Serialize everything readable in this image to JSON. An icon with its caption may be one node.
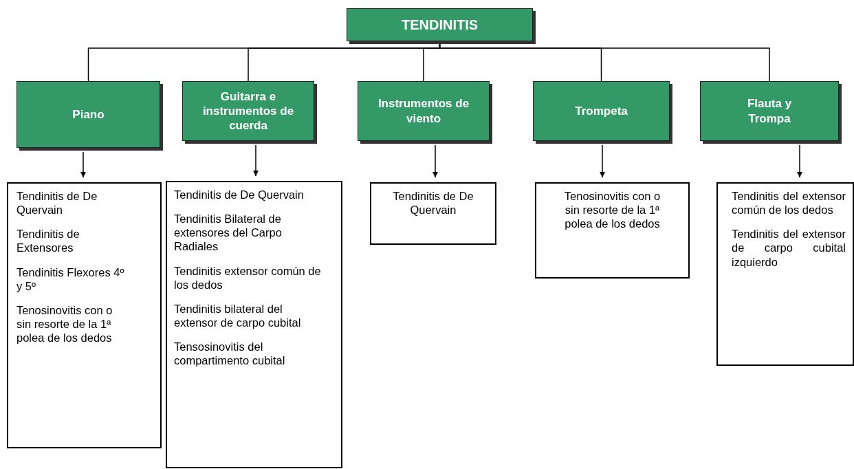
{
  "diagram": {
    "nodes": [
      {
        "text": [
          "TENDINITIS"
        ]
      },
      {
        "text": [
          "Piano"
        ]
      },
      {
        "text": [
          "Guitarra e instrumentos de cuerda"
        ]
      },
      {
        "text": [
          "Instrumentos de viento"
        ]
      },
      {
        "text": [
          "Trompeta"
        ]
      },
      {
        "text": [
          "Flauta y Trompa"
        ]
      },
      {
        "text": [
          "Tendinitis de De Quervain",
          "Tendinitis de Extensores",
          "Tendinitis Flexores 4º y 5º",
          "Tenosinovitis con o sin resorte de la 1ª polea de los dedos"
        ]
      },
      {
        "text": [
          "Tendinitis de De Quervain",
          "Tendinitis Bilateral de extensores del Carpo Radiales",
          "Tendinitis extensor común de los dedos",
          "Tendinitis bilateral del extensor de carpo cubital",
          "Tensosinovitis del compartimento cubital"
        ]
      },
      {
        "text": [
          "Tendinitis de De Quervain"
        ]
      },
      {
        "text": [
          "Tenosinovitis con o sin resorte de la 1ª polea de los dedos"
        ]
      },
      {
        "text": [
          "Tendinitis del extensor común de los dedos",
          "Tendinitis del extensor de carpo cubital izquierdo"
        ]
      }
    ],
    "edges": [
      {
        "from": 0,
        "to": 1,
        "arrow": "none"
      },
      {
        "from": 0,
        "to": 2,
        "arrow": "none"
      },
      {
        "from": 0,
        "to": 3,
        "arrow": "none"
      },
      {
        "from": 0,
        "to": 4,
        "arrow": "none"
      },
      {
        "from": 0,
        "to": 5,
        "arrow": "none"
      },
      {
        "from": 1,
        "to": 6,
        "arrow": "to"
      },
      {
        "from": 2,
        "to": 7,
        "arrow": "to"
      },
      {
        "from": 3,
        "to": 8,
        "arrow": "to"
      },
      {
        "from": 4,
        "to": 9,
        "arrow": "to"
      },
      {
        "from": 5,
        "to": 10,
        "arrow": "to"
      }
    ]
  }
}
